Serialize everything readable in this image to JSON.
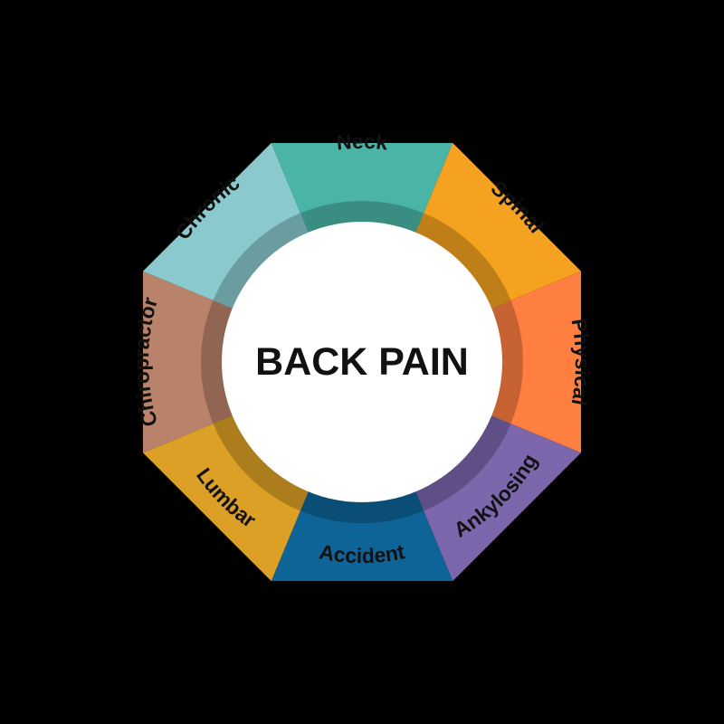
{
  "diagram": {
    "center_title": "BACK PAIN",
    "segments": [
      {
        "label": "Neck",
        "color": "#4ab5a6"
      },
      {
        "label": "Spinal",
        "color": "#f4a21f"
      },
      {
        "label": "Physical",
        "color": "#ff7f41"
      },
      {
        "label": "Ankylosing",
        "color": "#7c66ac"
      },
      {
        "label": "Accident",
        "color": "#0e6497"
      },
      {
        "label": "Lumbar",
        "color": "#dca026"
      },
      {
        "label": "Chiropractor",
        "color": "#b9826a"
      },
      {
        "label": "Chronic",
        "color": "#8ac9cd"
      }
    ],
    "colors": {
      "background": "#000000",
      "center_fill": "#ffffff",
      "text": "#111111"
    }
  }
}
